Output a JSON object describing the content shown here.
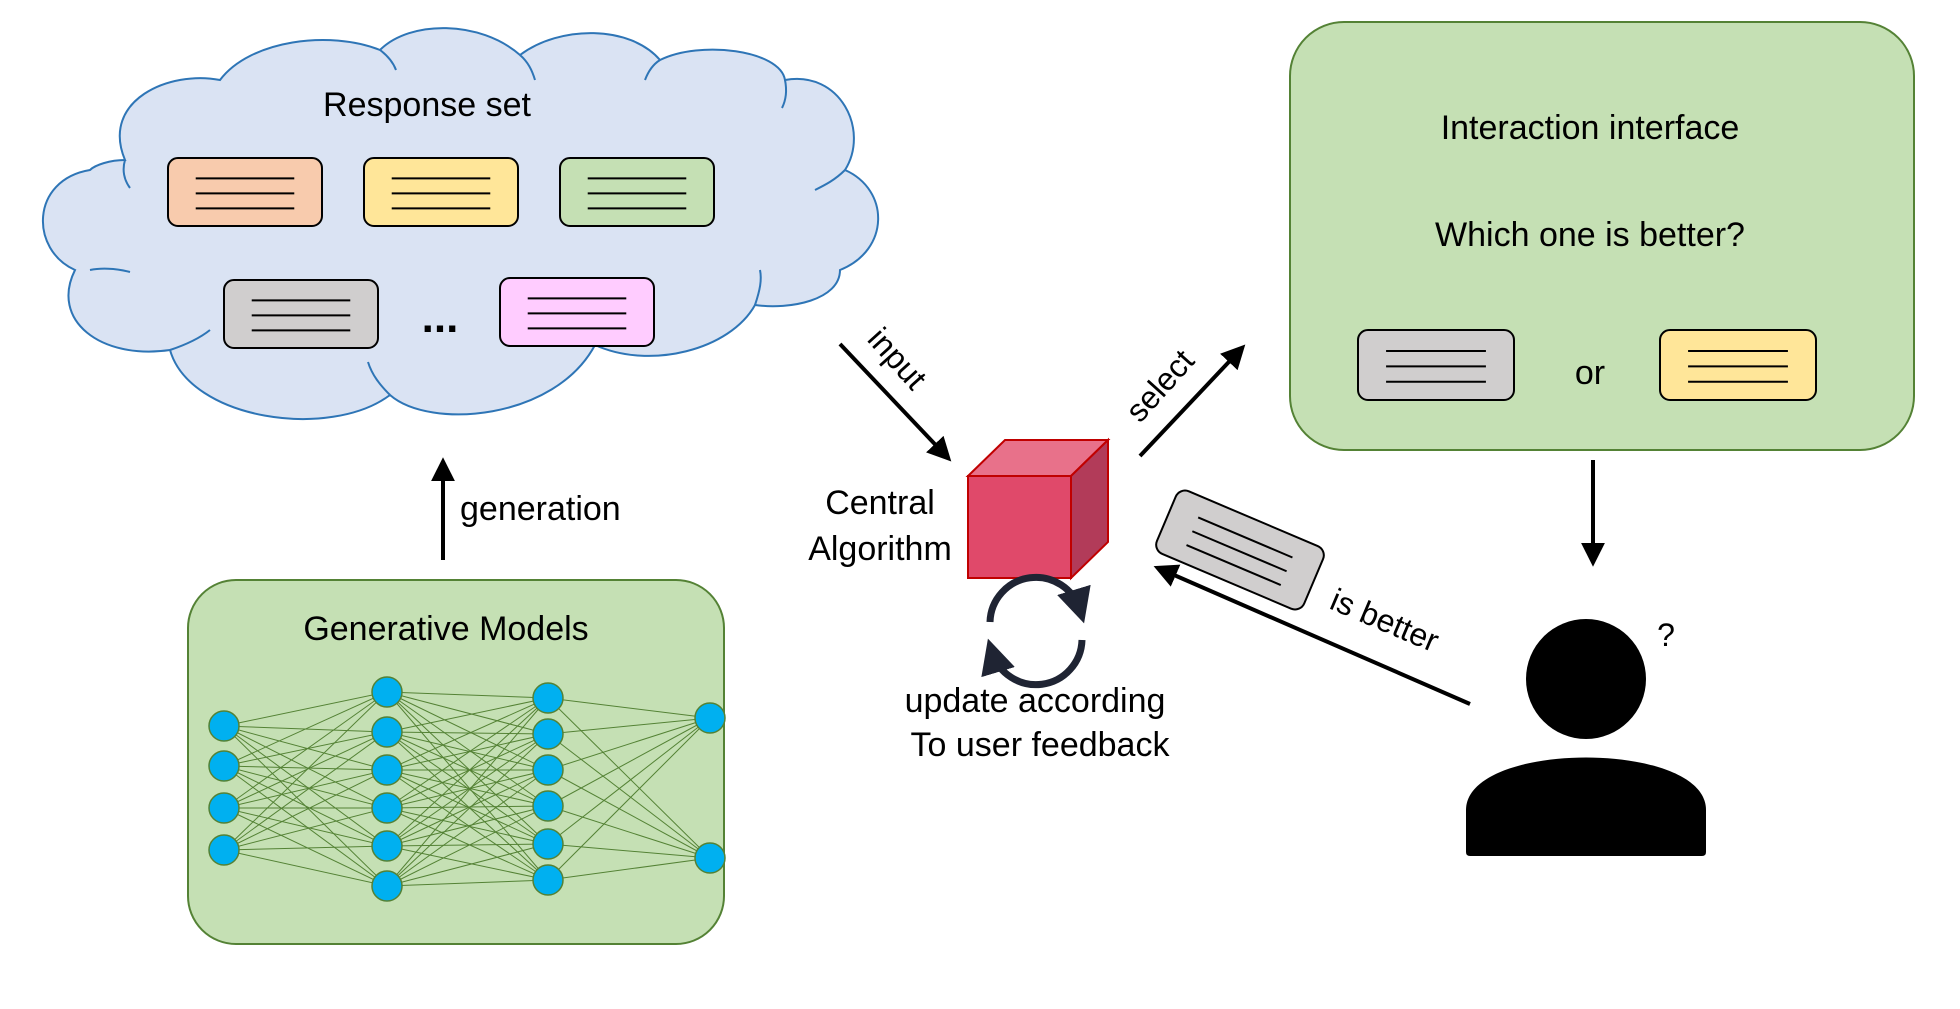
{
  "response_set": {
    "title": "Response set",
    "ellipsis": "...",
    "cards": [
      {
        "color": "#f8cbad",
        "name": "orange"
      },
      {
        "color": "#ffe699",
        "name": "yellow"
      },
      {
        "color": "#c5e0b4",
        "name": "green"
      },
      {
        "color": "#d0cece",
        "name": "gray"
      },
      {
        "color": "#ffccff",
        "name": "pink"
      }
    ],
    "cloud_fill": "#dae3f3",
    "cloud_stroke": "#2e75b6"
  },
  "generation_label": "generation",
  "generative_models": {
    "title": "Generative Models",
    "fill": "#c5e0b4",
    "stroke": "#548235",
    "node_color": "#00b0f0",
    "layers": [
      4,
      6,
      6,
      2
    ]
  },
  "central": {
    "label_line1": "Central",
    "label_line2": "Algorithm",
    "cube_color": "#e0496a",
    "update_line1": "update according",
    "update_line2": "To user feedback"
  },
  "arrows": {
    "input": "input",
    "select": "select",
    "is_better": "is better"
  },
  "interaction": {
    "title": "Interaction interface",
    "question": "Which one is better?",
    "or": "or",
    "fill": "#c5e0b4",
    "stroke": "#548235",
    "option_a_color": "#d0cece",
    "option_b_color": "#ffe699"
  },
  "user": {
    "question_mark": "?"
  },
  "feedback_card_color": "#d0cece"
}
